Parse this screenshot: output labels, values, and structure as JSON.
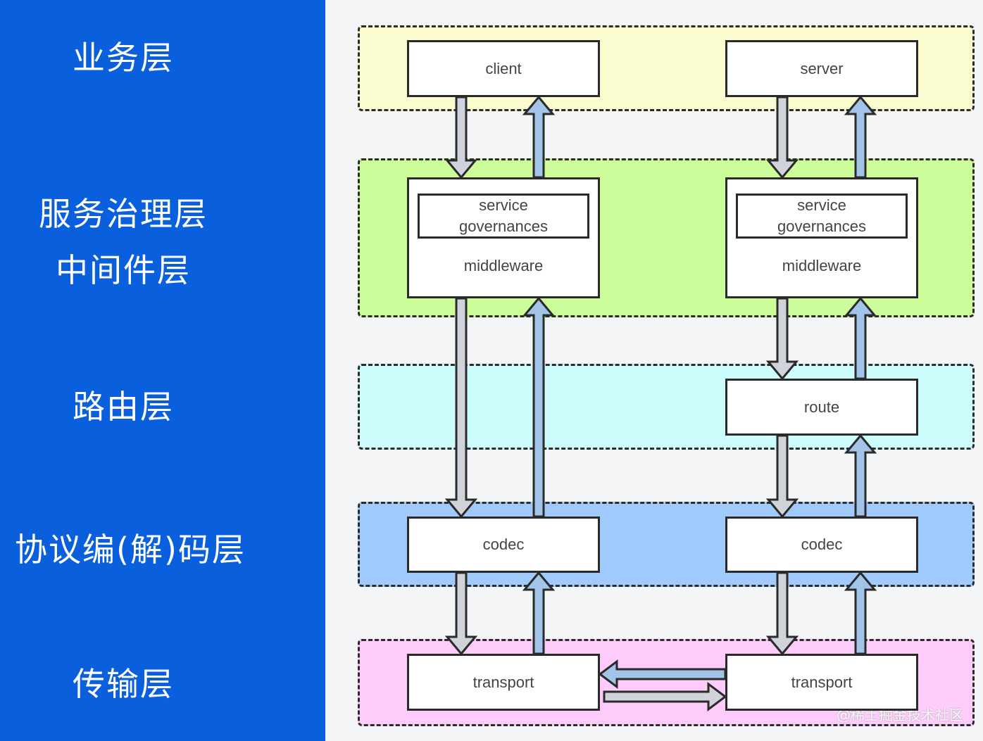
{
  "layers": [
    {
      "label": "业务层"
    },
    {
      "label": "服务治理层"
    },
    {
      "label": "中间件层"
    },
    {
      "label": "路由层"
    },
    {
      "label": "协议编(解)码层"
    },
    {
      "label": "传输层"
    }
  ],
  "bands": {
    "business": {
      "color": "#fafccf"
    },
    "governance": {
      "color": "#cdfc9a"
    },
    "route": {
      "color": "#cdfefd"
    },
    "codec": {
      "color": "#a0cafb"
    },
    "transport": {
      "color": "#fdccfb"
    }
  },
  "nodes": {
    "client": "client",
    "server": "server",
    "left_governance": "service\ngovernances",
    "left_middleware": "middleware",
    "right_governance": "service\ngovernances",
    "right_middleware": "middleware",
    "route": "route",
    "left_codec": "codec",
    "right_codec": "codec",
    "left_transport": "transport",
    "right_transport": "transport"
  },
  "arrow_colors": {
    "down": "#d0d3d9",
    "up": "#a3c4e9",
    "stroke": "#2a2a2a"
  },
  "watermark": "@稀土掘金技术社区"
}
